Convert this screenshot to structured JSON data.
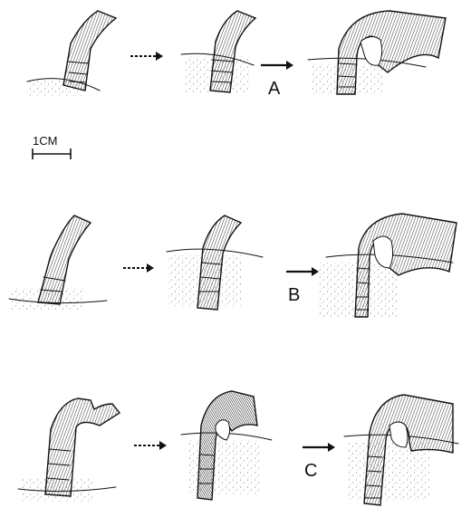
{
  "scale_bar": {
    "label": "1CM"
  },
  "rows": [
    {
      "id": "row-a",
      "label": "A"
    },
    {
      "id": "row-b",
      "label": "B"
    },
    {
      "id": "row-c",
      "label": "C"
    }
  ],
  "colors": {
    "ink": "#111111",
    "background": "#ffffff"
  },
  "arrows": {
    "dashed": "dashed-arrow-icon",
    "solid": "solid-arrow-icon"
  }
}
